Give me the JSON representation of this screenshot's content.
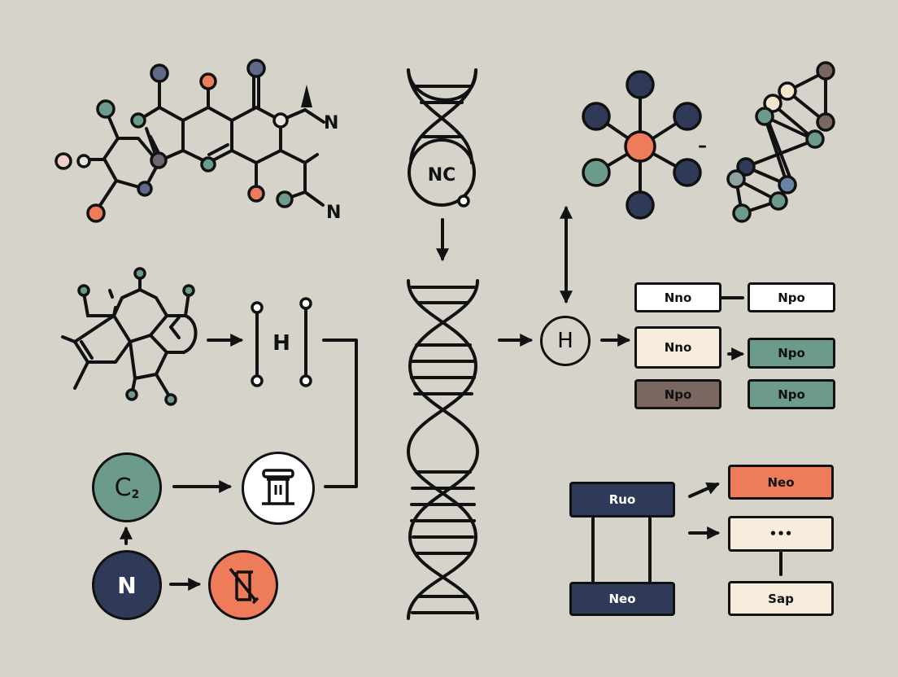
{
  "colors": {
    "background": "#d6d3ca",
    "navy": "#2f3a58",
    "coral": "#ee7b5a",
    "teal": "#6c9a8b",
    "cream": "#f8ecdc",
    "white": "#ffffff",
    "mauve": "#7a6762",
    "slate": "#5e6a88",
    "ink": "#111111"
  },
  "molecule_top_left": {
    "labels": [
      "N",
      "N"
    ]
  },
  "dna_top": {
    "label": "NC"
  },
  "hub_molecule": {
    "dash": "–"
  },
  "left_middle": {
    "bracket_label": "H"
  },
  "flow_left": {
    "c2_node": {
      "main": "C",
      "sub": "2"
    },
    "n_node": "N",
    "pillar_icon": "pillar-icon",
    "blocked_icon": "crossed-out-icon"
  },
  "center_node": {
    "label": "H"
  },
  "box_grid": {
    "row1": [
      "Nno",
      "Npo"
    ],
    "row2": [
      "Nno",
      "Npo"
    ],
    "row3": [
      "Npo",
      "Npo"
    ]
  },
  "bottom_right": {
    "left_top": "Ruo",
    "left_bottom": "Neo",
    "right_top": "Neo",
    "right_mid": "•••",
    "right_bottom": "Sap"
  }
}
